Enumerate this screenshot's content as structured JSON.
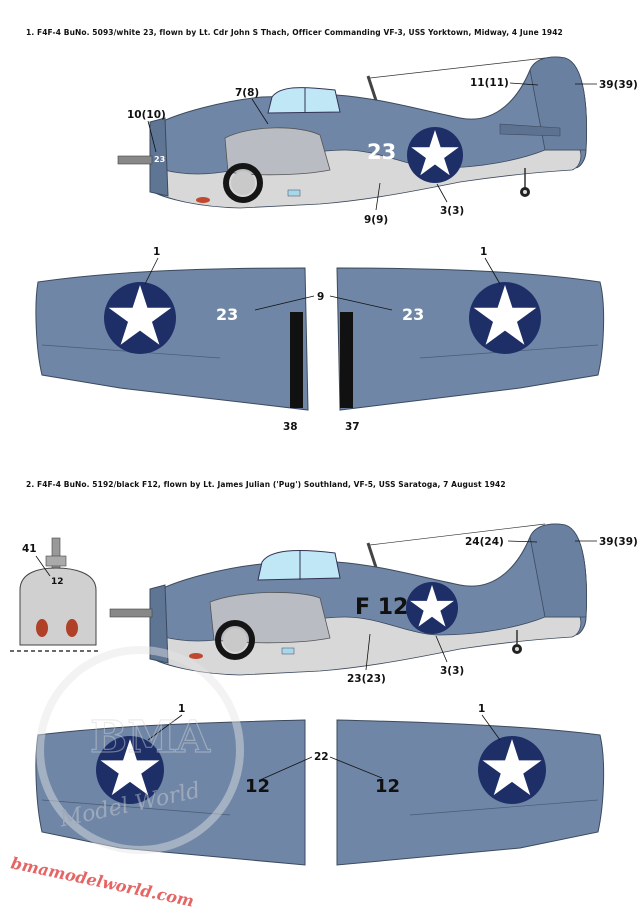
{
  "profiles": [
    {
      "caption": "1. F4F-4 BuNo. 5093/white 23, flown by Lt. Cdr John S Thach, Officer Commanding VF-3, USS Yorktown, Midway, 4 June 1942",
      "fuselage_code": "23",
      "nose_code": "23",
      "wing_code": "23",
      "callouts": [
        "10(10)",
        "7(8)",
        "11(11)",
        "39(39)",
        "9(9)",
        "3(3)",
        "1",
        "1",
        "9",
        "38",
        "37"
      ]
    },
    {
      "caption": "2. F4F-4 BuNo. 5192/black F12, flown by Lt. James Julian ('Pug') Southland, VF-5, USS Saratoga, 7 August 1942",
      "fuselage_code": "F 12",
      "cowl_code": "12",
      "wing_code": "12",
      "callouts": [
        "41",
        "24(24)",
        "39(39)",
        "23(23)",
        "3(3)",
        "1",
        "1",
        "22"
      ]
    }
  ],
  "watermark": {
    "logo_text": "BMA",
    "ring_text": "Model World",
    "url_text": "bmamodelworld.com"
  },
  "colors": {
    "blue_gray": "#6f86a6",
    "light_gray": "#d8d8d8",
    "insignia_blue": "#1e2f68",
    "insignia_white": "#ffffff",
    "stripe_black": "#111111"
  }
}
